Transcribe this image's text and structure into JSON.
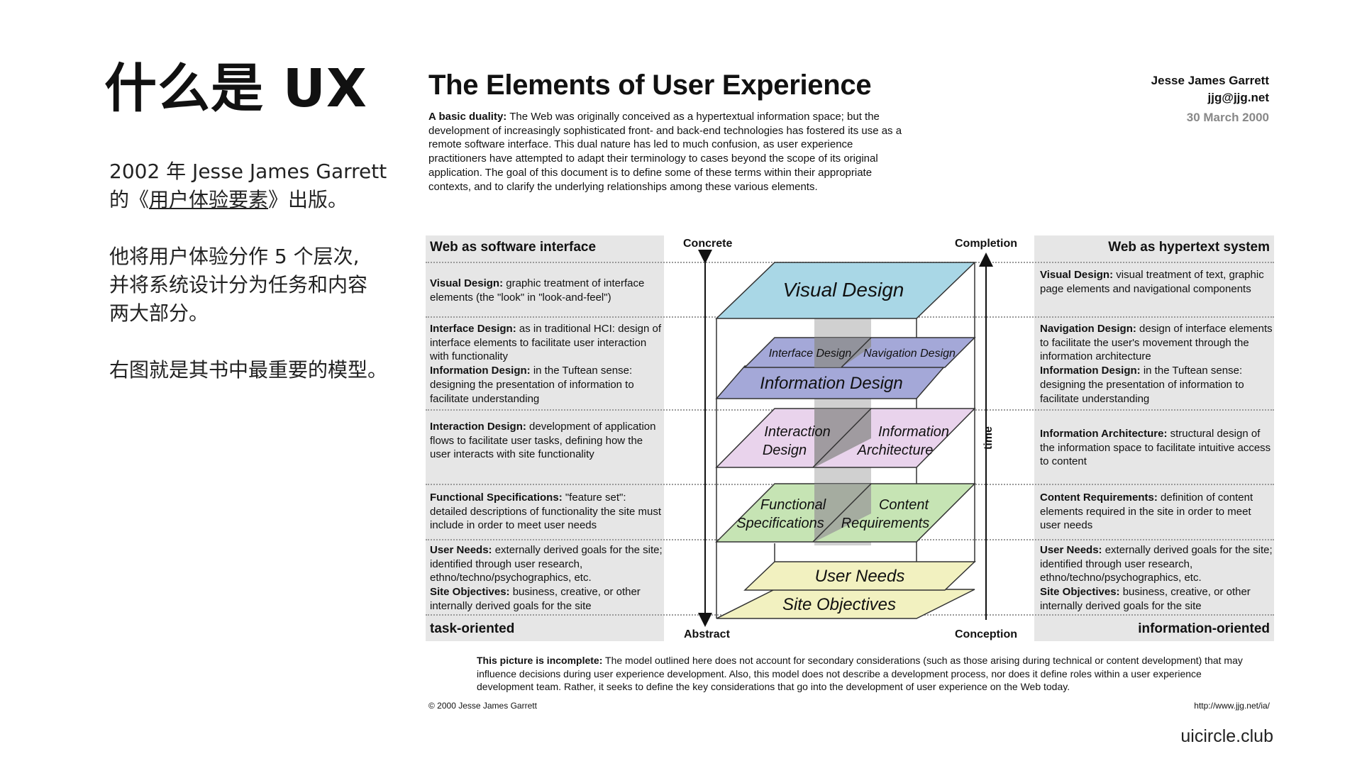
{
  "slide": {
    "title": "什么是 UX",
    "intro_1a": "2002 年 Jesse James Garrett",
    "intro_1b_pre": "的《",
    "intro_1b_link": "用户体验要素",
    "intro_1b_post": "》出版。",
    "intro_2a": "他将用户体验分作 5 个层次,",
    "intro_2b": "并将系统设计分为任务和内容",
    "intro_2c": "两大部分。",
    "intro_3": "右图就是其书中最重要的模型。",
    "brand": "uicircle.club"
  },
  "diagram": {
    "title": "The Elements of User Experience",
    "author": "Jesse James Garrett",
    "email": "jjg@jjg.net",
    "date": "30 March 2000",
    "duality_label": "A basic duality:",
    "duality_text": "The Web was originally conceived as a hypertextual information space; but the development of increasingly sophisticated front- and back-end technologies has fostered its use as a remote software interface. This dual nature has led to much confusion, as user experience practitioners have attempted to adapt their terminology to cases beyond the scope of its original application. The goal of this document is to define some of these terms within their appropriate contexts, and to clarify the underlying relationships among these various elements.",
    "left_header": "Web as software interface",
    "right_header": "Web as hypertext system",
    "left_footer": "task-oriented",
    "right_footer": "information-oriented",
    "axis_top_left": "Concrete",
    "axis_bottom_left": "Abstract",
    "axis_top_right": "Completion",
    "axis_bottom_right": "Conception",
    "axis_time": "time",
    "left_desc": {
      "visual_term": "Visual Design:",
      "visual_text": "graphic treatment of interface elements (the \"look\" in \"look-and-feel\")",
      "interface_term": "Interface Design:",
      "interface_text": "as in traditional HCI: design of interface elements to facilitate user interaction with functionality",
      "info_term": "Information Design:",
      "info_text": "in the Tuftean sense: designing the presentation of information to facilitate understanding",
      "interaction_term": "Interaction Design:",
      "interaction_text": "development of application flows to facilitate user tasks, defining how the user interacts with site functionality",
      "functional_term": "Functional Specifications:",
      "functional_text": "\"feature set\": detailed descriptions of functionality the site must include in order to meet user needs",
      "needs_term": "User Needs:",
      "needs_text": "externally derived goals for the site; identified through user research, ethno/techno/psychographics, etc.",
      "objectives_term": "Site Objectives:",
      "objectives_text": "business, creative, or other internally derived goals for the site"
    },
    "right_desc": {
      "visual_term": "Visual Design:",
      "visual_text": "visual treatment of text, graphic page elements and navigational components",
      "navigation_term": "Navigation Design:",
      "navigation_text": "design of interface elements to facilitate the user's movement through the information architecture",
      "info_term": "Information Design:",
      "info_text": "in the Tuftean sense: designing the presentation of information to facilitate understanding",
      "ia_term": "Information Architecture:",
      "ia_text": "structural design of the information space to facilitate intuitive access to content",
      "content_term": "Content Requirements:",
      "content_text": "definition of content elements required in the site in order to meet user needs",
      "needs_term": "User Needs:",
      "needs_text": "externally derived goals for the site; identified through user research, ethno/techno/psychographics, etc.",
      "objectives_term": "Site Objectives:",
      "objectives_text": "business, creative, or other internally derived goals for the site"
    },
    "planes": {
      "visual_design": "Visual Design",
      "interface_design": "Interface Design",
      "navigation_design": "Navigation Design",
      "information_design": "Information Design",
      "interaction_1": "Interaction",
      "interaction_2": "Design",
      "ia_1": "Information",
      "ia_2": "Architecture",
      "functional_1": "Functional",
      "functional_2": "Specifications",
      "content_1": "Content",
      "content_2": "Requirements",
      "user_needs": "User Needs",
      "site_objectives": "Site Objectives"
    },
    "incomplete_label": "This picture is incomplete:",
    "incomplete_text": "The model outlined here does not account for secondary considerations (such as those arising during technical or content development) that may influence decisions during user experience development. Also, this model does not describe a development process, nor does it define roles within a user experience development team. Rather, it seeks to define the key considerations that go into the development of user experience on the Web today.",
    "copyright": "© 2000 Jesse James Garrett",
    "url": "http://www.jjg.net/ia/",
    "colors": {
      "visual": "#a9d7e6",
      "information_design": "#a4a8d8",
      "interaction": "#e9d3ec",
      "functional": "#c6e4b4",
      "needs": "#f2f1c0",
      "center_band": "#c8c8c8",
      "panel": "#e6e6e6"
    }
  }
}
